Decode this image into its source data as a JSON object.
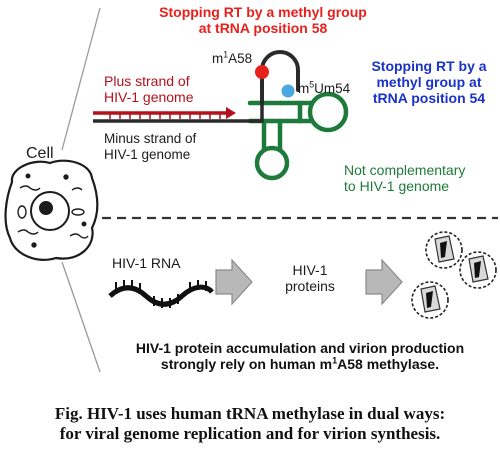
{
  "top": {
    "stop58_line1": "Stopping RT by a methyl group",
    "stop58_line2": "at tRNA position 58",
    "m1a58": {
      "pre": "m",
      "sup": "1",
      "post": "A58"
    },
    "m5um54": {
      "pre": "m",
      "sup": "5",
      "post": "Um54"
    },
    "stop54_line1": "Stopping RT by a",
    "stop54_line2": "methyl group at",
    "stop54_line3": "tRNA position 54",
    "plus_line1": "Plus strand of",
    "plus_line2": "HIV-1 genome",
    "minus_line1": "Minus strand of",
    "minus_line2": "HIV-1 genome",
    "notcomp_line1": "Not complementary",
    "notcomp_line2": "to HIV-1 genome",
    "cell": "Cell"
  },
  "bottom": {
    "hiv_rna": "HIV-1 RNA",
    "proteins_line1": "HIV-1",
    "proteins_line2": "proteins",
    "rely_line1": "HIV-1 protein accumulation and virion production",
    "rely_line2_pre": "strongly rely on human m",
    "rely_line2_sup": "1",
    "rely_line2_post": "A58 methylase."
  },
  "caption": {
    "line1": "Fig. HIV-1 uses human tRNA methylase in dual ways:",
    "line2": "for viral genome replication and for virion synthesis."
  },
  "colors": {
    "red_text": "#e8211d",
    "blue_text": "#1a32c8",
    "green_trna": "#1e7a3c",
    "dark_red_strand": "#b3111b",
    "m1a58_dot": "#e8211d",
    "m5um54_dot": "#4aa8e0"
  }
}
